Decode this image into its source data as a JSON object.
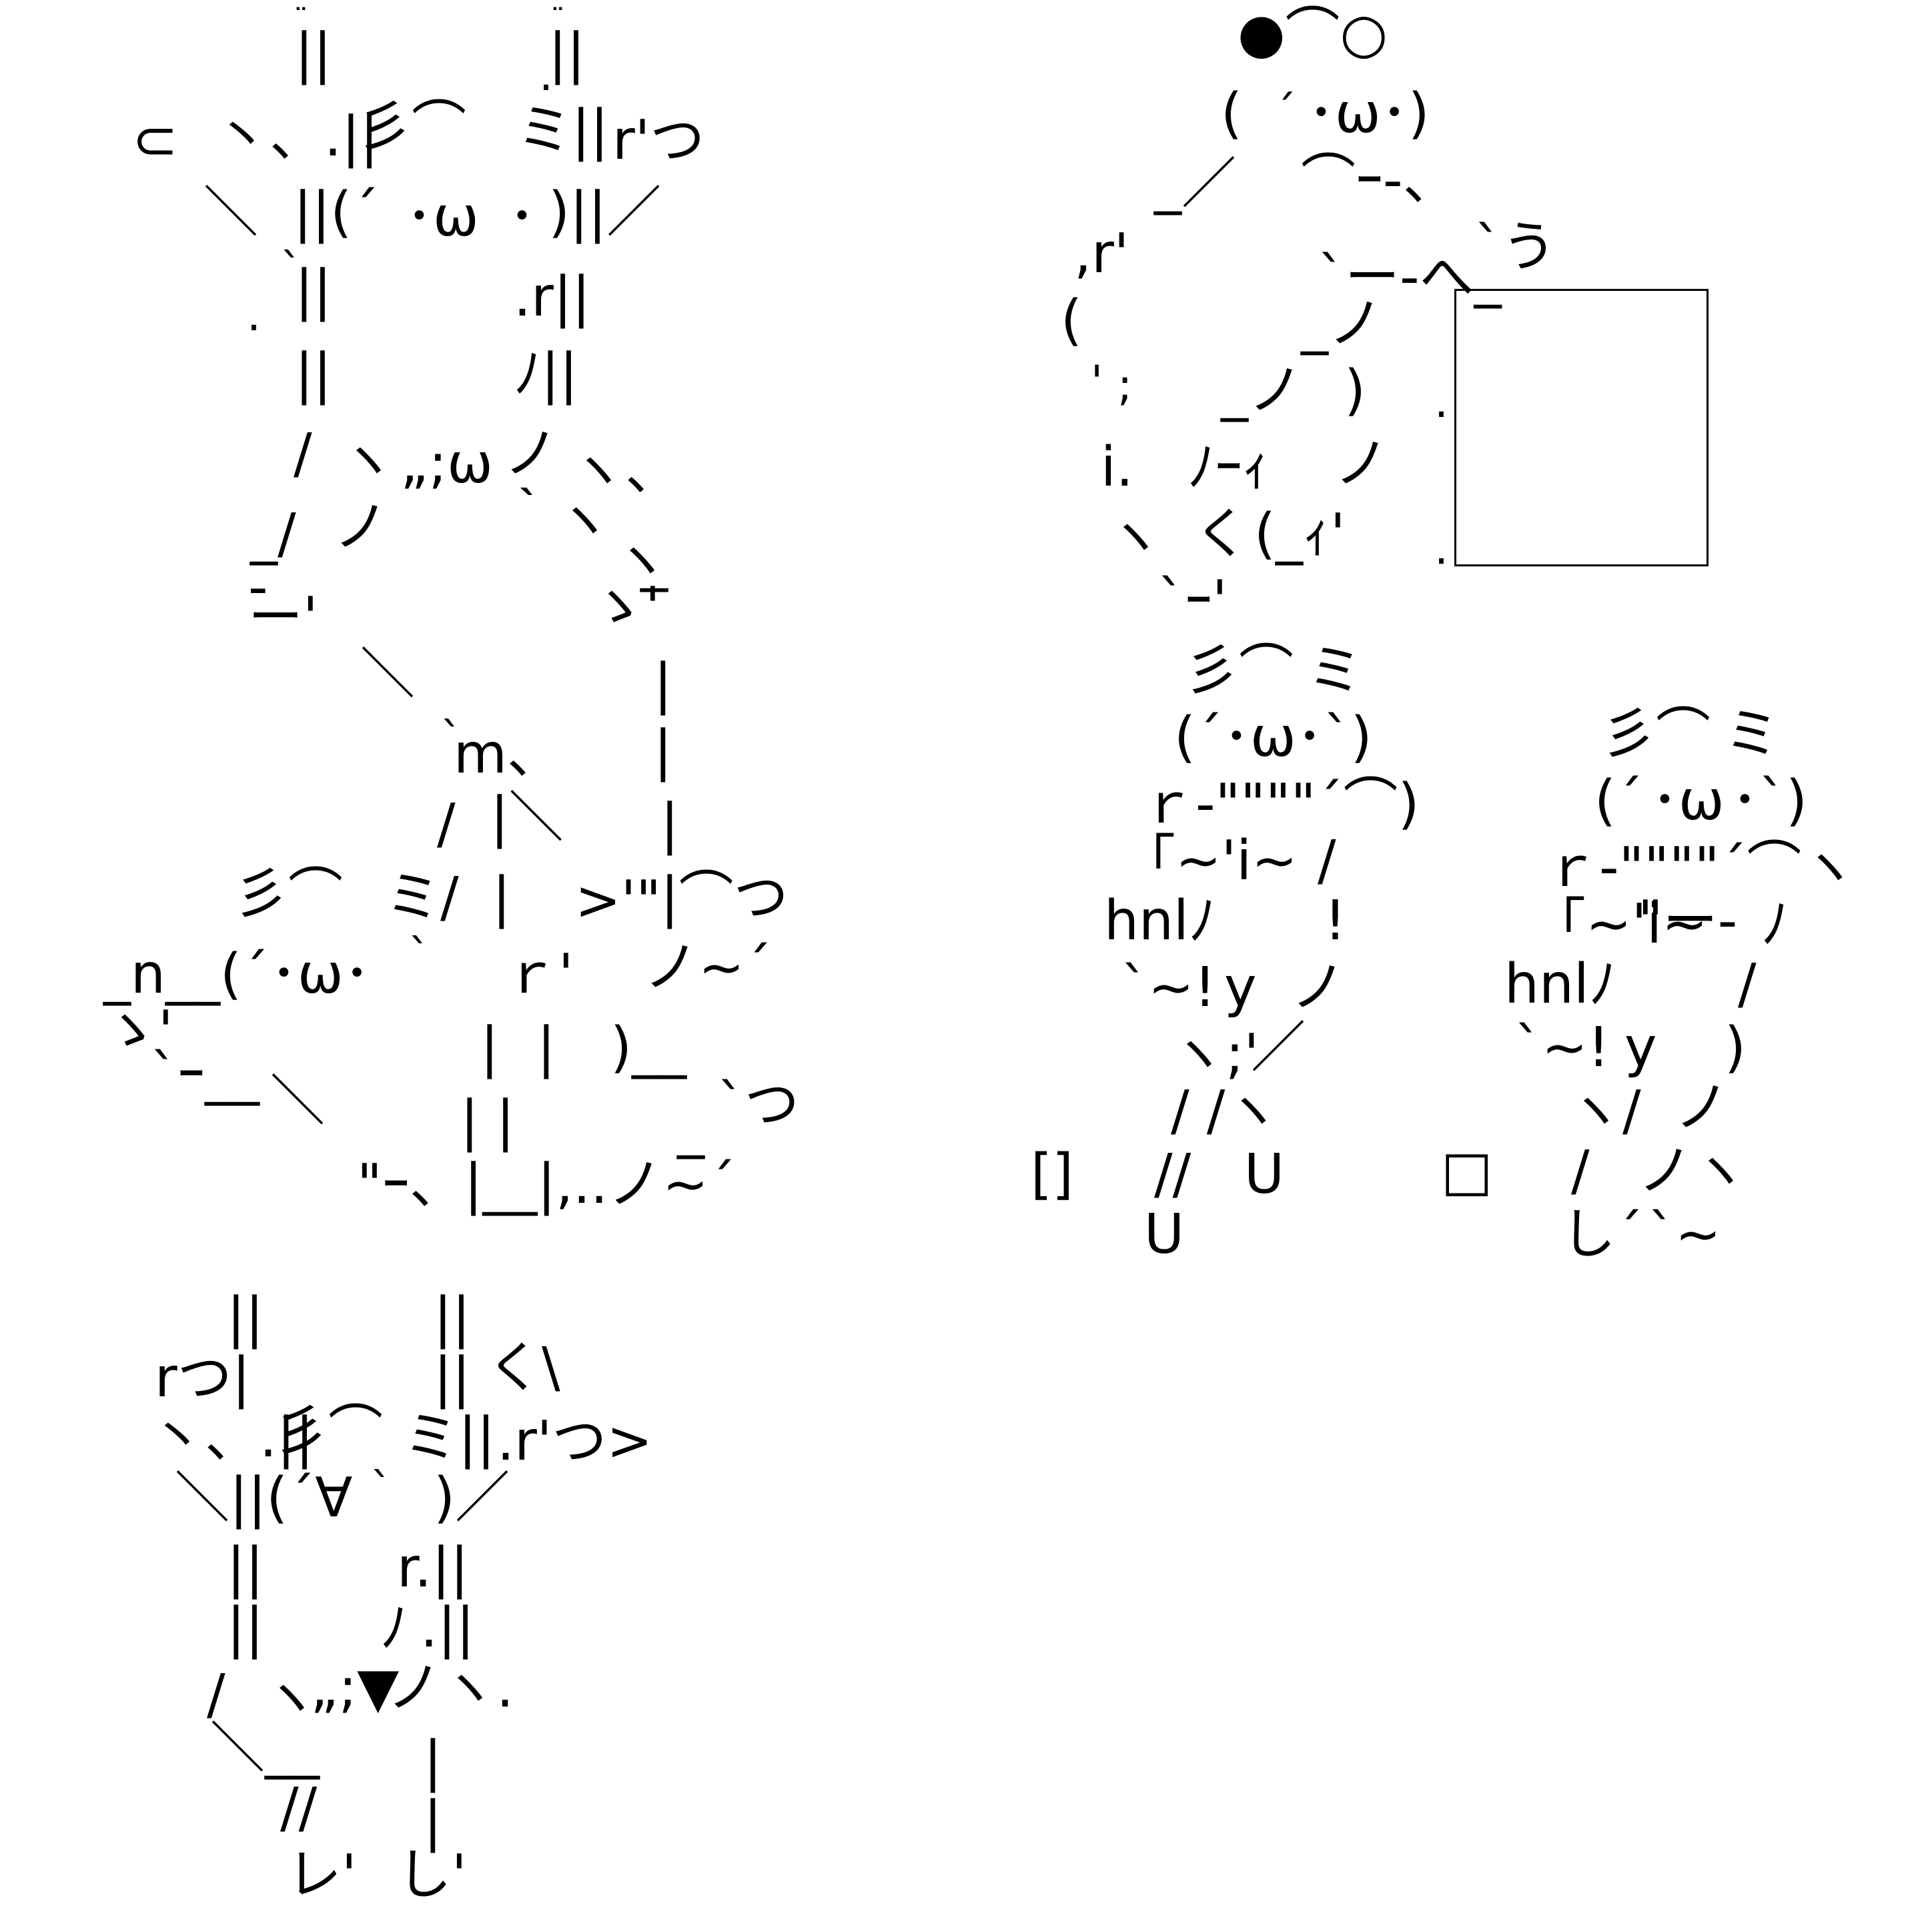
{
  "colors": {
    "background": "#ffffff",
    "text": "#000000"
  },
  "art": [
    {
      "t": "¨",
      "c": "small"
    },
    {
      "t": "¨",
      "c": "small"
    },
    {
      "t": "||",
      "c": "big"
    },
    {
      "t": "||",
      "c": "big"
    },
    {
      "t": ".",
      "c": "mid"
    },
    {
      "t": "⊂",
      "c": "big"
    },
    {
      "t": "丶、.||",
      "c": "big"
    },
    {
      "t": "彡⌒",
      "c": "big"
    },
    {
      "t": "ミ||",
      "c": "big"
    },
    {
      "t": "r'つ",
      "c": "big"
    },
    {
      "t": "＼",
      "c": "big"
    },
    {
      "t": "||(´",
      "c": "big"
    },
    {
      "t": "･ω",
      "c": "big"
    },
    {
      "t": "･",
      "c": "big"
    },
    {
      "t": ")||／",
      "c": "big"
    },
    {
      "t": "`",
      "c": "mid"
    },
    {
      "t": "||",
      "c": "big"
    },
    {
      "t": ".",
      "c": "mid"
    },
    {
      "t": ".r||",
      "c": "big"
    },
    {
      "t": "||",
      "c": "big"
    },
    {
      "t": "ﾉ||",
      "c": "big"
    },
    {
      "t": "/",
      "c": "big"
    },
    {
      "t": "ヽ",
      "c": "big"
    },
    {
      "t": "„;ω",
      "c": "big"
    },
    {
      "t": "ノ",
      "c": "big"
    },
    {
      "t": "ヽ、",
      "c": "big"
    },
    {
      "t": "_/",
      "c": "big"
    },
    {
      "t": "ノ",
      "c": "big"
    },
    {
      "t": "｀ヽ",
      "c": "big"
    },
    {
      "t": "ヽ",
      "c": "big"
    },
    {
      "t": "-",
      "c": "big"
    },
    {
      "t": "_",
      "c": "big"
    },
    {
      "t": "ー'",
      "c": "big"
    },
    {
      "t": "ゝ'",
      "c": "big"
    },
    {
      "t": "＼",
      "c": "big"
    },
    {
      "t": "|",
      "c": "big"
    },
    {
      "t": "`",
      "c": "mid"
    },
    {
      "t": "m、",
      "c": "big"
    },
    {
      "t": "|",
      "c": "big"
    },
    {
      "t": "/",
      "c": "big"
    },
    {
      "t": "|＼",
      "c": "big"
    },
    {
      "t": "|",
      "c": "big"
    },
    {
      "t": "彡⌒",
      "c": "big"
    },
    {
      "t": "ミ/",
      "c": "big"
    },
    {
      "t": "|",
      "c": "big"
    },
    {
      "t": ">'\"",
      "c": "big"
    },
    {
      "t": "|⌒つ",
      "c": "big"
    },
    {
      "t": "_n__(´",
      "c": "big"
    },
    {
      "t": "･ω･",
      "c": "big"
    },
    {
      "t": "`",
      "c": "mid"
    },
    {
      "t": "ｒ'",
      "c": "big"
    },
    {
      "t": "ノ~´",
      "c": "big"
    },
    {
      "t": "ゝ'",
      "c": "big"
    },
    {
      "t": "|",
      "c": "big"
    },
    {
      "t": "|",
      "c": "big"
    },
    {
      "t": ")__",
      "c": "big"
    },
    {
      "t": "`ｰ__",
      "c": "big"
    },
    {
      "t": "＼",
      "c": "big"
    },
    {
      "t": "| |",
      "c": "big"
    },
    {
      "t": "`つ",
      "c": "big"
    },
    {
      "t": "_",
      "c": "big"
    },
    {
      "t": "\"ｰ、|__|,..ノ~´",
      "c": "big"
    },
    {
      "t": "●⌒○",
      "c": "big"
    },
    {
      "t": "(",
      "c": "big"
    },
    {
      "t": "´",
      "c": "mid"
    },
    {
      "t": "･ω･)",
      "c": "big"
    },
    {
      "t": "_／",
      "c": "big"
    },
    {
      "t": "⌒ｰ-、",
      "c": "big"
    },
    {
      "t": ",r'",
      "c": "big"
    },
    {
      "t": "`う",
      "c": "big"
    },
    {
      "t": "`ー-へ_",
      "c": "big"
    },
    {
      "t": "(",
      "c": "big"
    },
    {
      "t": "_ノ",
      "c": "big"
    },
    {
      "t": "'",
      "c": "mid"
    },
    {
      "t": ";",
      "c": "mid"
    },
    {
      "t": "_ノ",
      "c": "big"
    },
    {
      "t": ")",
      "c": "big"
    },
    {
      "t": ".",
      "c": "mid"
    },
    {
      "t": "i.",
      "c": "big"
    },
    {
      "t": "ﾉｰｨ",
      "c": "big"
    },
    {
      "t": "ノ",
      "c": "big"
    },
    {
      "t": "ヽ",
      "c": "big"
    },
    {
      "t": "く",
      "c": "big"
    },
    {
      "t": "(_ｨ'",
      "c": "big"
    },
    {
      "t": ".",
      "c": "mid"
    },
    {
      "t": "`ｰ'",
      "c": "big"
    },
    {
      "t": "彡⌒",
      "c": "big"
    },
    {
      "t": "ミ",
      "c": "big"
    },
    {
      "t": "(´･ω･`)",
      "c": "big"
    },
    {
      "t": "ｒ-\"\"\"\"´⌒)",
      "c": "big"
    },
    {
      "t": "「~'i~",
      "c": "big"
    },
    {
      "t": "/",
      "c": "big"
    },
    {
      "t": "hnlﾉ",
      "c": "big"
    },
    {
      "t": "!",
      "c": "big"
    },
    {
      "t": "`~!",
      "c": "big"
    },
    {
      "t": "y",
      "c": "big"
    },
    {
      "t": "ノ",
      "c": "big"
    },
    {
      "t": "ヽ;'",
      "c": "big"
    },
    {
      "t": "／",
      "c": "big"
    },
    {
      "t": "/ /ヽ",
      "c": "big"
    },
    {
      "t": "[]",
      "c": "big"
    },
    {
      "t": "//",
      "c": "big"
    },
    {
      "t": "U",
      "c": "big"
    },
    {
      "t": "U",
      "c": "big"
    },
    {
      "t": "彡⌒",
      "c": "big"
    },
    {
      "t": "ミ",
      "c": "big"
    },
    {
      "t": "(´",
      "c": "big"
    },
    {
      "t": "･ω",
      "c": "big"
    },
    {
      "t": "･`)",
      "c": "big"
    },
    {
      "t": "ｒ-\"\"\"\"´⌒ヽ",
      "c": "big"
    },
    {
      "t": "「~'i~",
      "c": "big"
    },
    {
      "t": "\"ー-",
      "c": "big"
    },
    {
      "t": "ﾉ",
      "c": "big"
    },
    {
      "t": "hnlﾉ",
      "c": "big"
    },
    {
      "t": "/",
      "c": "big"
    },
    {
      "t": "`~!",
      "c": "big"
    },
    {
      "t": "y",
      "c": "big"
    },
    {
      "t": ")",
      "c": "big"
    },
    {
      "t": "ヽ/",
      "c": "big"
    },
    {
      "t": "ノ",
      "c": "big"
    },
    {
      "t": "□",
      "c": "big"
    },
    {
      "t": "/",
      "c": "big"
    },
    {
      "t": "ノヽ",
      "c": "big"
    },
    {
      "t": "し´",
      "c": "big"
    },
    {
      "t": "`~",
      "c": "big"
    },
    {
      "t": "||",
      "c": "big"
    },
    {
      "t": "||",
      "c": "big"
    },
    {
      "t": "rつ|",
      "c": "big"
    },
    {
      "t": "||",
      "c": "big"
    },
    {
      "t": "く\\",
      "c": "big"
    },
    {
      "t": "丶、.||",
      "c": "big"
    },
    {
      "t": "彡⌒",
      "c": "big"
    },
    {
      "t": "ミ||",
      "c": "big"
    },
    {
      "t": ".r'つ>",
      "c": "big"
    },
    {
      "t": "＼||(´∀",
      "c": "big"
    },
    {
      "t": "`",
      "c": "mid"
    },
    {
      "t": ")／",
      "c": "big"
    },
    {
      "t": "||",
      "c": "big"
    },
    {
      "t": "r.||",
      "c": "big"
    },
    {
      "t": "||",
      "c": "big"
    },
    {
      "t": "ﾉ",
      "c": "big"
    },
    {
      "t": ".||",
      "c": "big"
    },
    {
      "t": "/",
      "c": "big"
    },
    {
      "t": "ヽ",
      "c": "big"
    },
    {
      "t": "„;▼",
      "c": "big"
    },
    {
      "t": "ノヽ.",
      "c": "big"
    },
    {
      "t": "＼__",
      "c": "big"
    },
    {
      "t": "|",
      "c": "big"
    },
    {
      "t": "//",
      "c": "big"
    },
    {
      "t": "|",
      "c": "big"
    },
    {
      "t": "レ'",
      "c": "big"
    },
    {
      "t": "し'",
      "c": "big"
    }
  ]
}
